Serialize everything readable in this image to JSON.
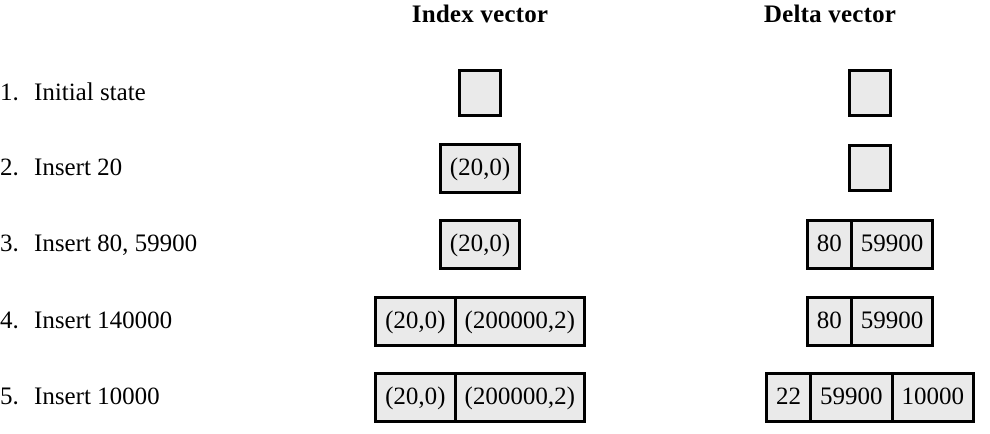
{
  "headers": {
    "index": "Index vector",
    "delta": "Delta vector"
  },
  "rows": [
    {
      "num": "1.",
      "label": "Initial state",
      "index_vector": [],
      "delta_vector": []
    },
    {
      "num": "2.",
      "label": "Insert 20",
      "index_vector": [
        "(20,0)"
      ],
      "delta_vector": []
    },
    {
      "num": "3.",
      "label": "Insert 80, 59900",
      "index_vector": [
        "(20,0)"
      ],
      "delta_vector": [
        "80",
        "59900"
      ]
    },
    {
      "num": "4.",
      "label": "Insert 140000",
      "index_vector": [
        "(20,0)",
        "(200000,2)"
      ],
      "delta_vector": [
        "80",
        "59900"
      ]
    },
    {
      "num": "5.",
      "label": "Insert 10000",
      "index_vector": [
        "(20,0)",
        "(200000,2)"
      ],
      "delta_vector": [
        "22",
        "59900",
        "10000"
      ]
    }
  ],
  "colors": {
    "cell_fill": "#eaeaea",
    "cell_border": "#000000",
    "text": "#000000",
    "background": "#ffffff"
  }
}
